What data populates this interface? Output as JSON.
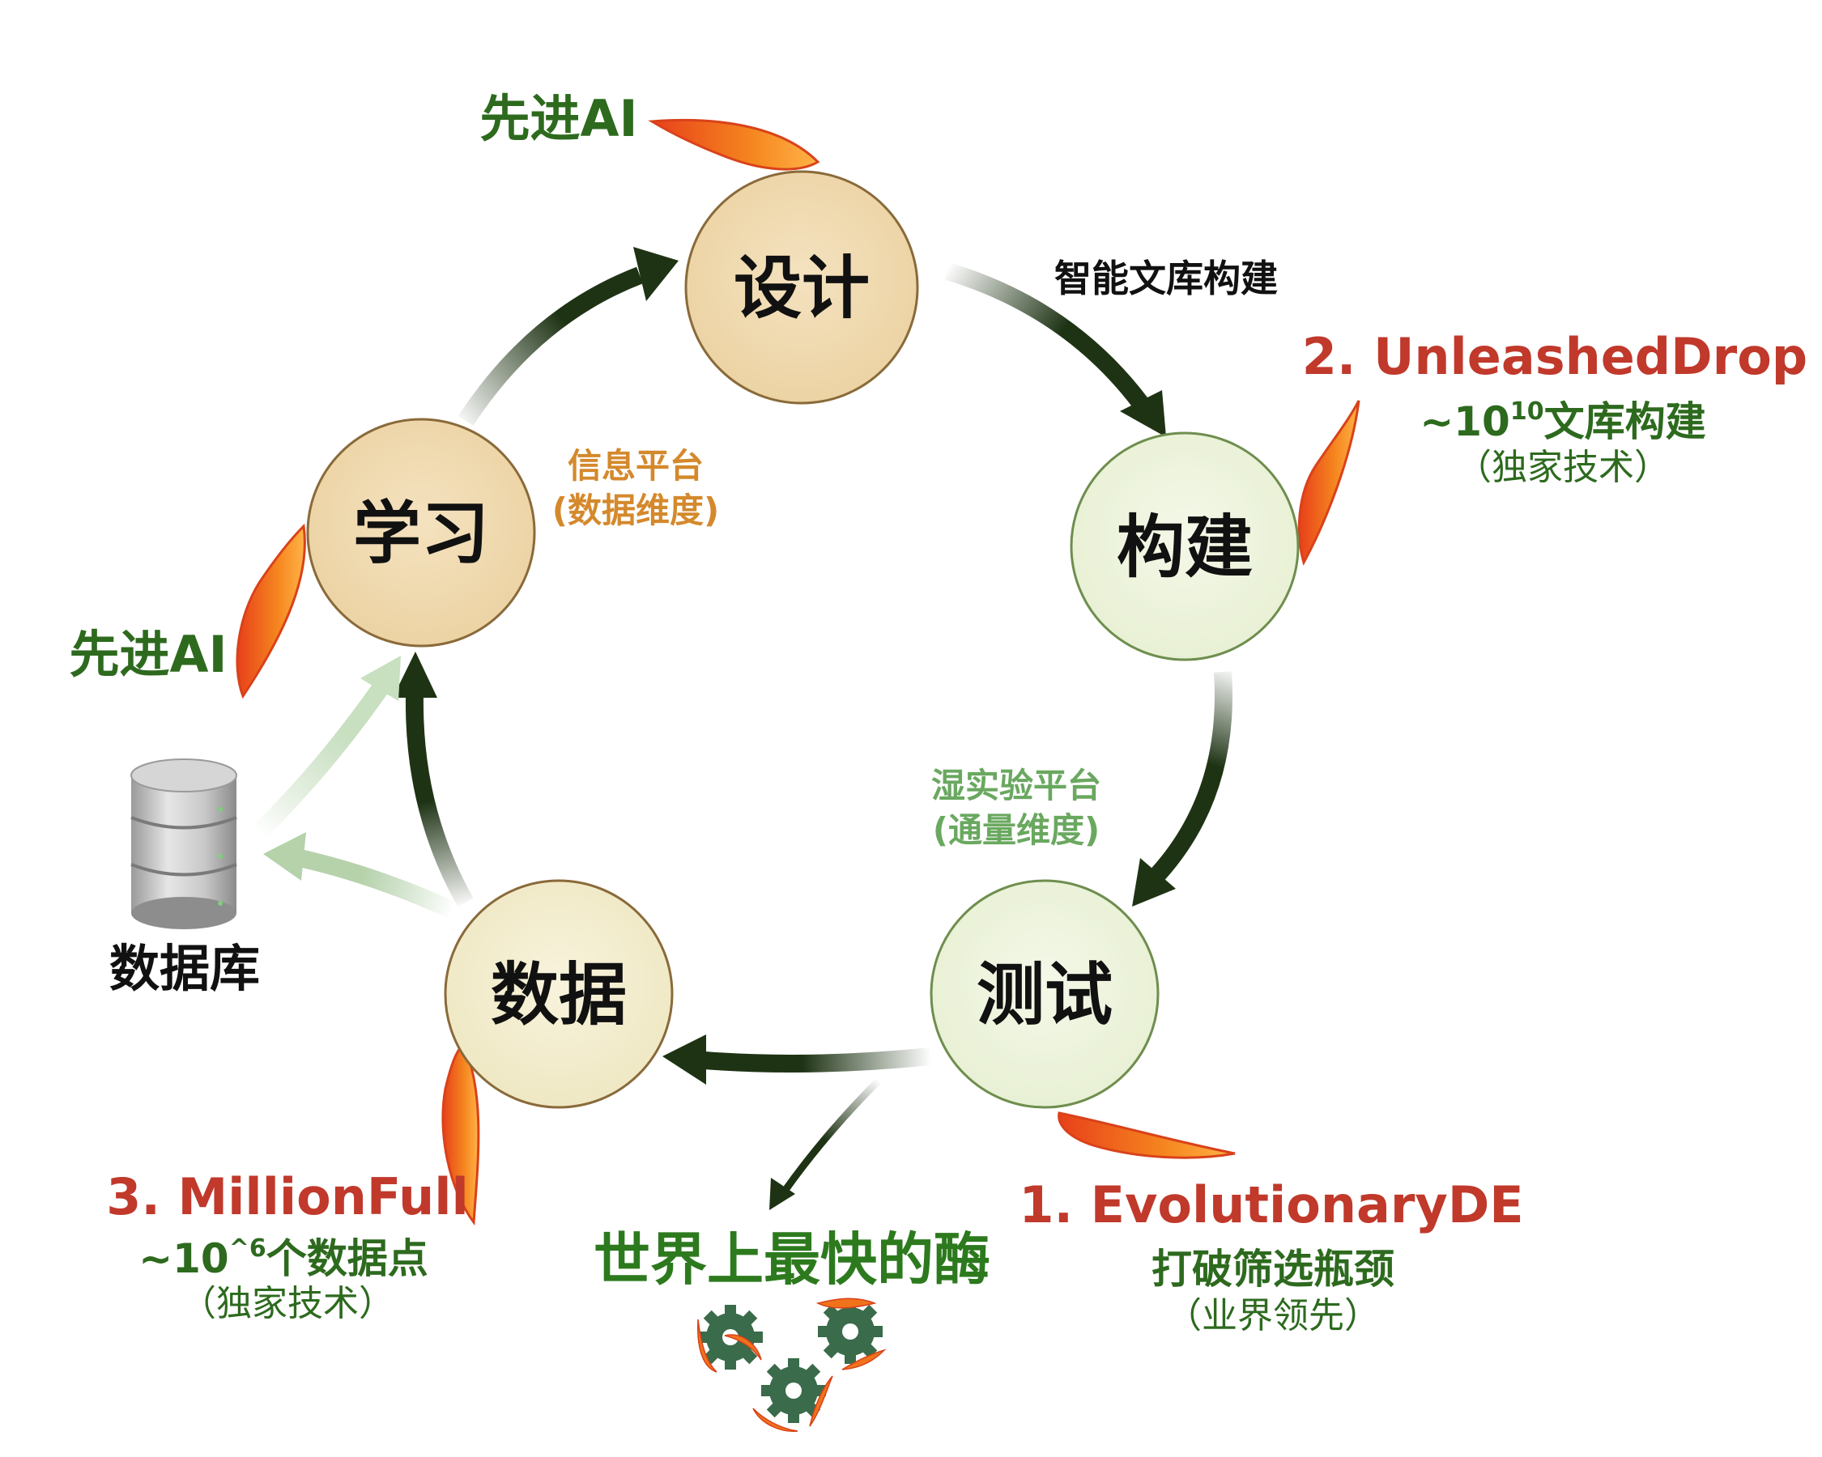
{
  "nodes": {
    "design": "设计",
    "build": "构建",
    "test": "测试",
    "data": "数据",
    "learn": "学习"
  },
  "edges": {
    "design_to_build": "智能文库构建"
  },
  "platforms": {
    "info_line1": "信息平台",
    "info_line2": "(数据维度)",
    "wetlab_line1": "湿实验平台",
    "wetlab_line2": "(通量维度)"
  },
  "ai_labels": {
    "top": "先进AI",
    "left": "先进AI"
  },
  "database": {
    "label": "数据库"
  },
  "tech": {
    "unleashed": {
      "title": "2. UnleashedDrop",
      "line2_prefix": "~10",
      "line2_sup": "10",
      "line2_suffix": "文库构建",
      "line3": "（独家技术）"
    },
    "evolutionary": {
      "title": "1. EvolutionaryDE",
      "line2": "打破筛选瓶颈",
      "line3": "（业界领先）"
    },
    "millionfull": {
      "title": "3. MillionFull",
      "line2_prefix": "~10",
      "line2_sup": "^6",
      "line2_suffix": "个数据点",
      "line3": "（独家技术）"
    }
  },
  "enzyme": {
    "label": "世界上最快的酶"
  },
  "colors": {
    "red": "#c0392b",
    "green": "#2d6a1e",
    "arrow": "#1e3314",
    "flame": "#f0731c"
  }
}
